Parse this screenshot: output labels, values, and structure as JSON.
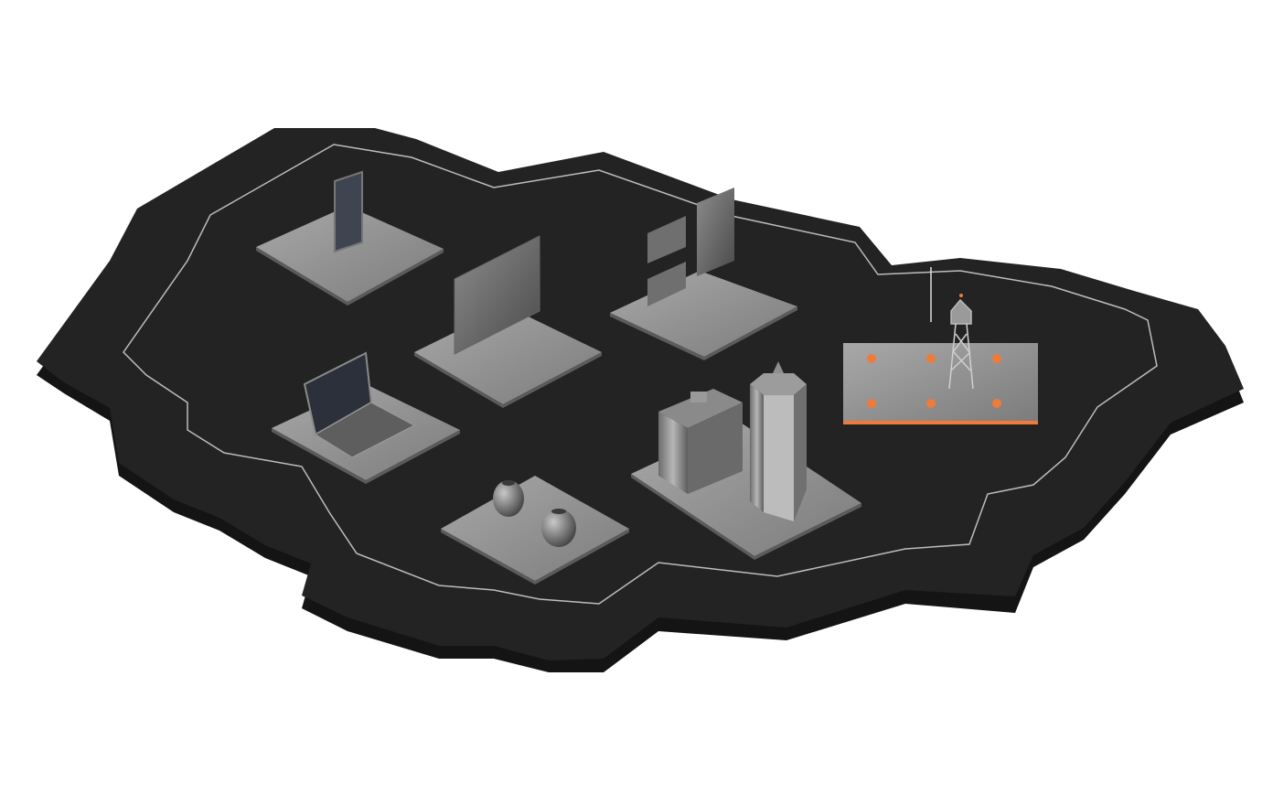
{
  "scene": {
    "view": "isometric-map",
    "background_color": "#ffffff",
    "map_fill": "#1f1f1f",
    "map_side": "#141414",
    "outline_color": "#bdbdbd",
    "plate_color": "#9a9a9a",
    "accent_color": "#f07a3a"
  },
  "zones": [
    {
      "id": "tablet",
      "icon": "tablet-icon"
    },
    {
      "id": "monitor",
      "icon": "monitor-icon"
    },
    {
      "id": "signage",
      "icon": "digital-signage-icon"
    },
    {
      "id": "laptop",
      "icon": "laptop-icon"
    },
    {
      "id": "city",
      "icon": "city-buildings-icon"
    },
    {
      "id": "sensors",
      "icon": "smart-sensor-icon"
    },
    {
      "id": "tower",
      "icon": "cell-tower-icon",
      "lights": 6,
      "highlighted": true
    }
  ]
}
